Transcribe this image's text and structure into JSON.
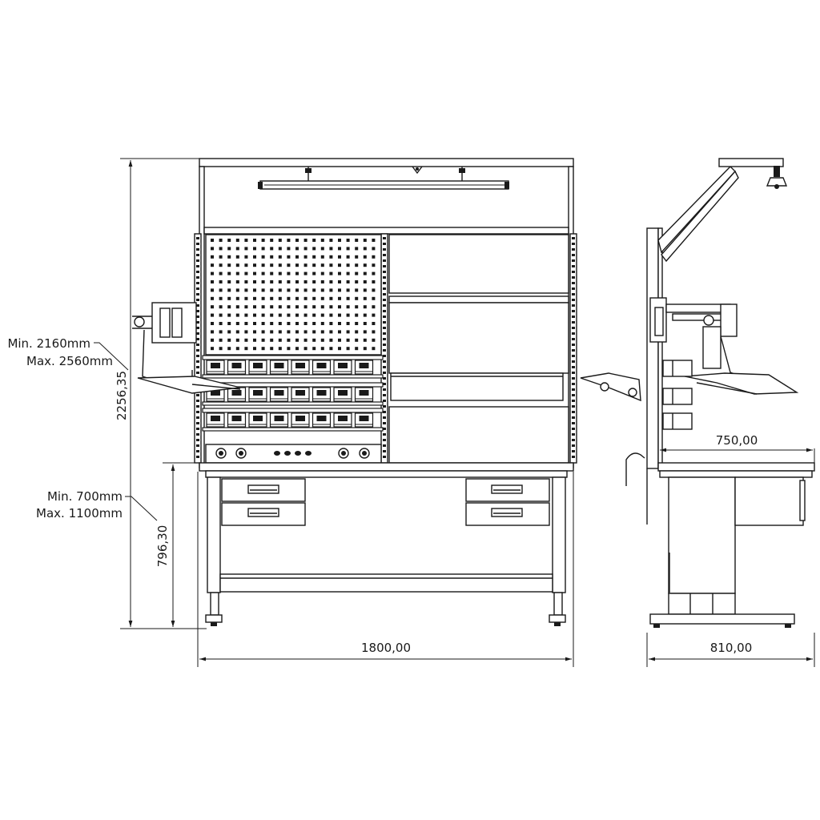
{
  "dimensions": {
    "total_height": "2256,35",
    "table_height": "796,30",
    "width_front": "1800,00",
    "depth_side": "810,00",
    "top_depth_side": "750,00"
  },
  "notes": {
    "total_height_min": "Min. 2160mm",
    "total_height_max": "Max. 2560mm",
    "table_height_min": "Min. 700mm",
    "table_height_max": "Max. 1100mm"
  }
}
